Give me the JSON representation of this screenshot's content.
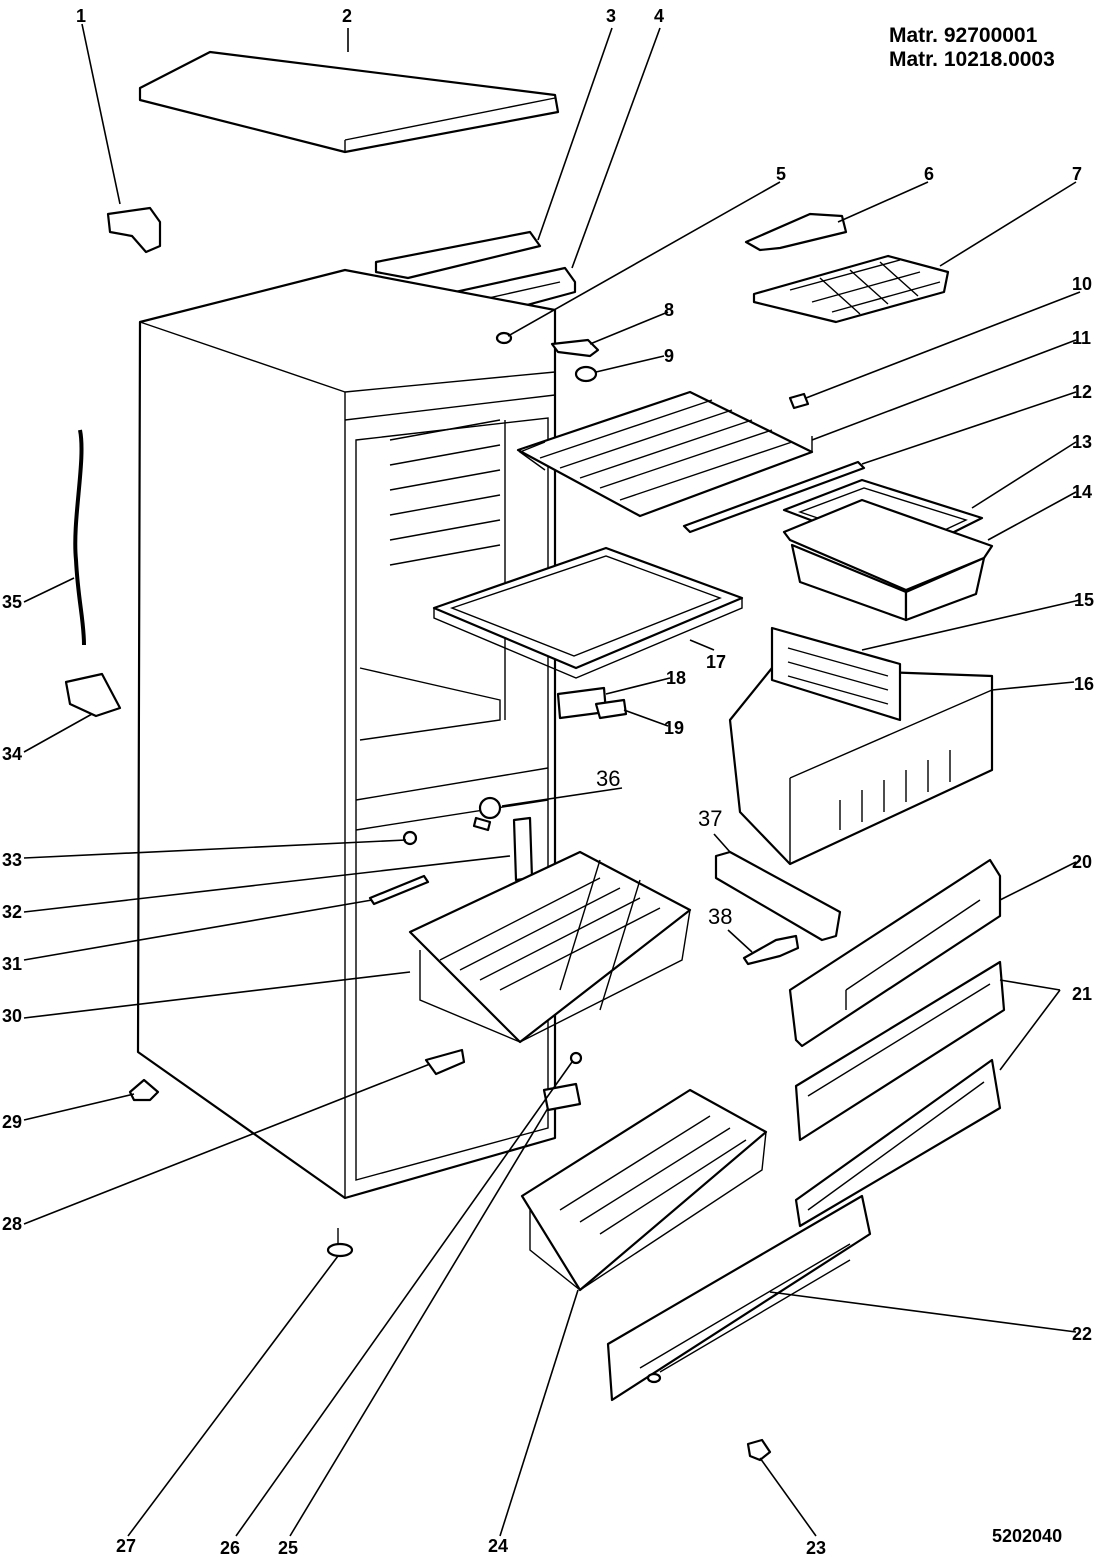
{
  "header": {
    "line1": "Matr. 92700001",
    "line2": "Matr. 10218.0003"
  },
  "drawing_code": "5202040",
  "callouts": {
    "c1": "1",
    "c2": "2",
    "c3": "3",
    "c4": "4",
    "c5": "5",
    "c6": "6",
    "c7": "7",
    "c8": "8",
    "c9": "9",
    "c10": "10",
    "c11": "11",
    "c12": "12",
    "c13": "13",
    "c14": "14",
    "c15": "15",
    "c16": "16",
    "c17": "17",
    "c18": "18",
    "c19": "19",
    "c20": "20",
    "c21": "21",
    "c22": "22",
    "c23": "23",
    "c24": "24",
    "c25": "25",
    "c26": "26",
    "c27": "27",
    "c28": "28",
    "c29": "29",
    "c30": "30",
    "c31": "31",
    "c32": "32",
    "c33": "33",
    "c34": "34",
    "c35": "35",
    "c36": "36",
    "c37": "37",
    "c38": "38"
  }
}
